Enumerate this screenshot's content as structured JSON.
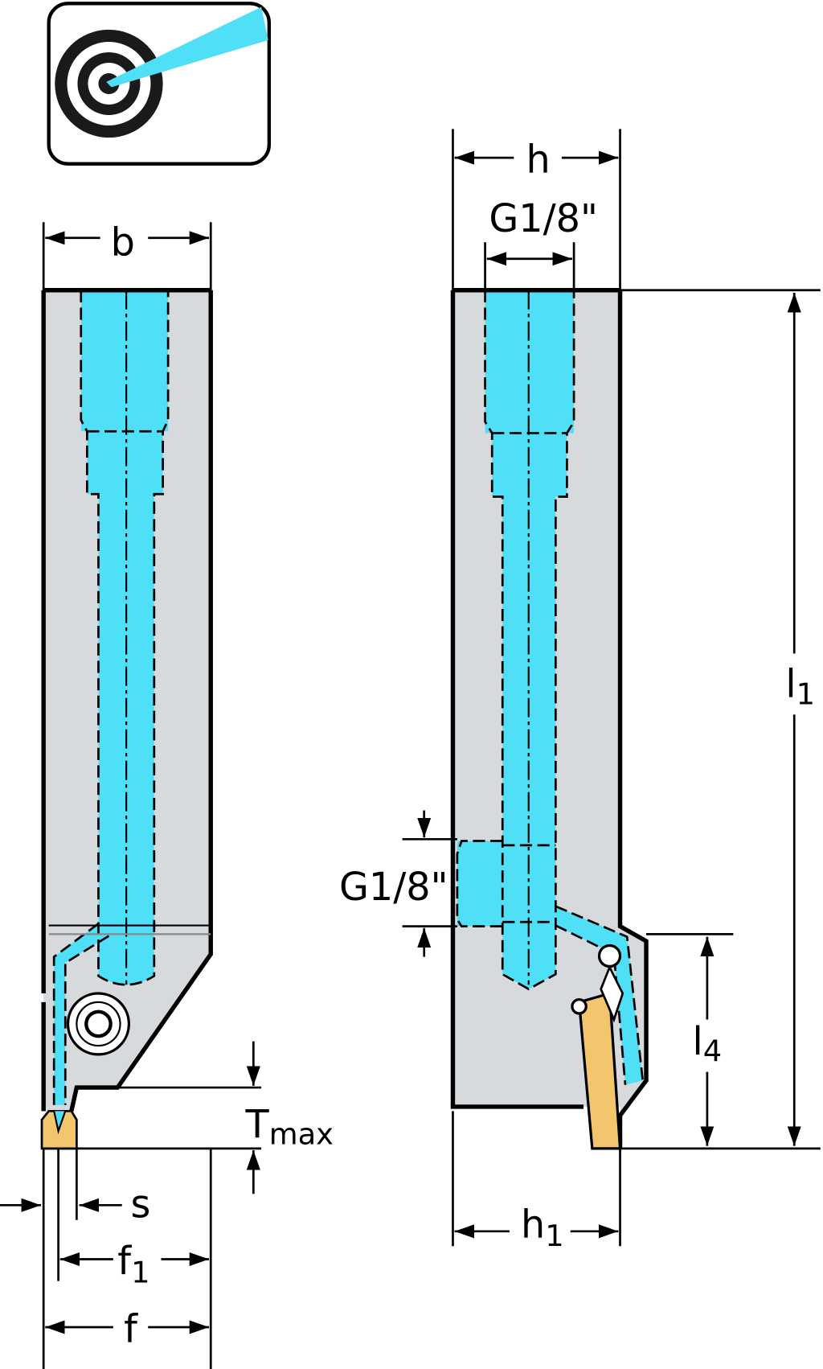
{
  "title_icon": "internal-coolant-target-icon",
  "colors": {
    "body": "#d7dadc",
    "coolant": "#4fe0f7",
    "insert": "#f3c66e",
    "line": "#000000"
  },
  "labels": {
    "b": "b",
    "h": "h",
    "g_top": "G1/8\"",
    "g_side": "G1/8\"",
    "l1_main": "l",
    "l1_sub": "1",
    "l4_main": "l",
    "l4_sub": "4",
    "h1_main": "h",
    "h1_sub": "1",
    "tmax_main": "T",
    "tmax_sub": "max",
    "s": "s",
    "f1_main": "f",
    "f1_sub": "1",
    "f": "f"
  }
}
